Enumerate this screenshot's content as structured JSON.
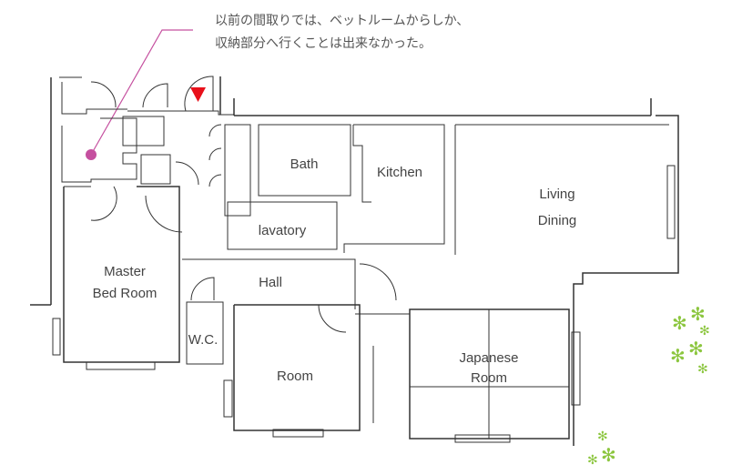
{
  "annotation": {
    "line1": "以前の間取りでは、ベットルームからしか、",
    "line2": "収納部分へ行くことは出来なかった。",
    "marker_color": "#c5509f"
  },
  "entrance_marker": {
    "icon": "red-triangle-icon",
    "color": "#e8101a"
  },
  "rooms": {
    "bath": "Bath",
    "kitchen": "Kitchen",
    "living": "Living",
    "dining": "Dining",
    "lavatory": "lavatory",
    "hall": "Hall",
    "master1": "Master",
    "master2": "Bed Room",
    "wc": "W.C.",
    "room": "Room",
    "japanese1": "Japanese",
    "japanese2": "Room"
  },
  "plant_color": "#8cc63f"
}
